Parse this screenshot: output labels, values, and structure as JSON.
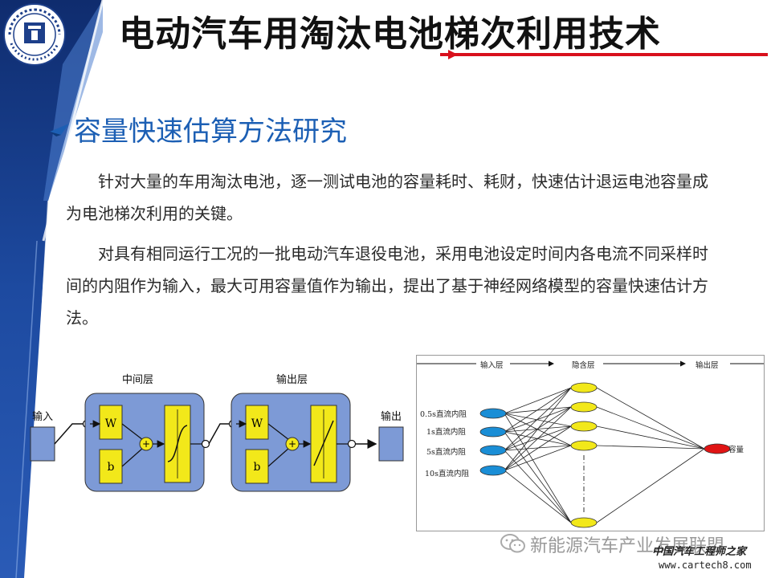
{
  "slide": {
    "title": "电动汽车用淘汰电池梯次利用技术",
    "heading": "容量快速估算方法研究",
    "paragraphs": [
      "针对大量的车用淘汰电池，逐一测试电池的容量耗时、耗财，快速估计退运电池容量成为电池梯次利用的关键。",
      "对具有相同运行工况的一批电动汽车退役电池，采用电池设定时间内各电流不同采样时间的内阻作为输入，最大可用容量值作为输出，提出了基于神经网络模型的容量快速估计方法。"
    ]
  },
  "logo": {
    "ring_text": "BEIJING JIAOTONG UNIVERSITY",
    "seal_text": "北京交通大学"
  },
  "block_diagram": {
    "input_label": "输入",
    "output_label": "输出",
    "hidden_label": "中间层",
    "output_layer_label": "输出层",
    "weight": "W",
    "bias": "b",
    "sum": "+"
  },
  "nn_diagram": {
    "input_layer_label": "输入层",
    "hidden_layer_label": "隐含层",
    "output_layer_label": "输出层",
    "inputs": [
      "0.5s直流内阻",
      "1s直流内阻",
      "5s直流内阻",
      "10s直流内阻"
    ],
    "output": "容量"
  },
  "watermark": {
    "channel": "新能源汽车产业发展联盟",
    "site_cn": "中国汽车工程师之家",
    "site_url": "www.cartech8.com"
  },
  "colors": {
    "band_blue": "#1d3f8a",
    "accent_red": "#d8101c",
    "heading_blue": "#1c5fb4",
    "block_fill": "#7d9ad6",
    "yellow": "#f2e81a",
    "input_blue": "#1a8ed6",
    "output_red": "#e01414"
  }
}
